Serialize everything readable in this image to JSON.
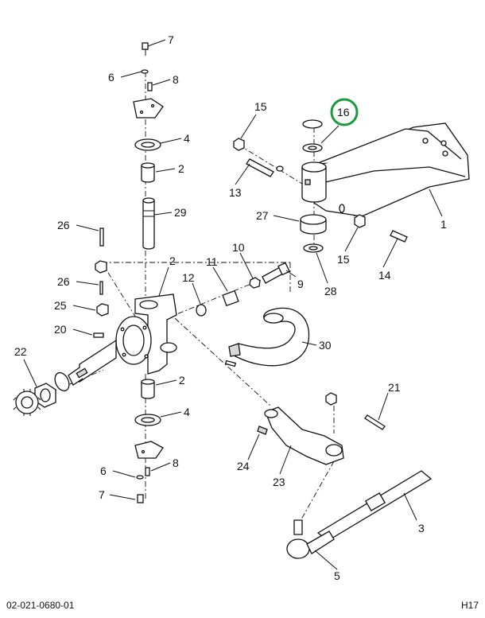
{
  "footer": {
    "left_code": "02-021-0680-01",
    "right_code": "H17"
  },
  "highlight": {
    "callout": "16",
    "color": "#1a9a3a"
  },
  "callouts": [
    {
      "id": "c7a",
      "label": "7"
    },
    {
      "id": "c6a",
      "label": "6"
    },
    {
      "id": "c8a",
      "label": "8"
    },
    {
      "id": "c4a",
      "label": "4"
    },
    {
      "id": "c2a",
      "label": "2"
    },
    {
      "id": "c29",
      "label": "29"
    },
    {
      "id": "c26a",
      "label": "26"
    },
    {
      "id": "c2b",
      "label": "2"
    },
    {
      "id": "c26b",
      "label": "26"
    },
    {
      "id": "c25",
      "label": "25"
    },
    {
      "id": "c20",
      "label": "20"
    },
    {
      "id": "c22",
      "label": "22"
    },
    {
      "id": "c2c",
      "label": "2"
    },
    {
      "id": "c4b",
      "label": "4"
    },
    {
      "id": "c6b",
      "label": "6"
    },
    {
      "id": "c8b",
      "label": "8"
    },
    {
      "id": "c7b",
      "label": "7"
    },
    {
      "id": "c15a",
      "label": "15"
    },
    {
      "id": "c16",
      "label": "16"
    },
    {
      "id": "c13",
      "label": "13"
    },
    {
      "id": "c1",
      "label": "1"
    },
    {
      "id": "c27",
      "label": "27"
    },
    {
      "id": "c15b",
      "label": "15"
    },
    {
      "id": "c14",
      "label": "14"
    },
    {
      "id": "c28",
      "label": "28"
    },
    {
      "id": "c10",
      "label": "10"
    },
    {
      "id": "c11",
      "label": "11"
    },
    {
      "id": "c12",
      "label": "12"
    },
    {
      "id": "c9",
      "label": "9"
    },
    {
      "id": "c30",
      "label": "30"
    },
    {
      "id": "c21",
      "label": "21"
    },
    {
      "id": "c24",
      "label": "24"
    },
    {
      "id": "c23",
      "label": "23"
    },
    {
      "id": "c3",
      "label": "3"
    },
    {
      "id": "c5",
      "label": "5"
    }
  ]
}
